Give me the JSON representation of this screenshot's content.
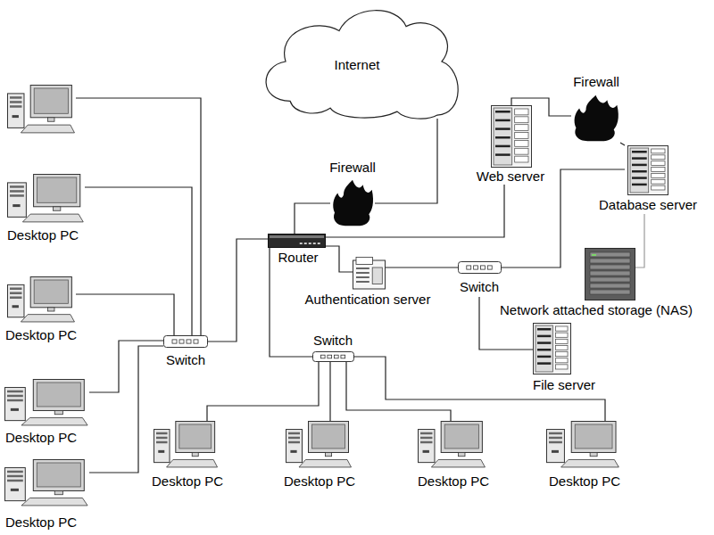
{
  "diagram": {
    "nodes": [
      {
        "text": [
          "Internet"
        ]
      },
      {
        "text": [
          "Firewall"
        ]
      },
      {
        "text": [
          "Web server"
        ]
      },
      {
        "text": [
          "Firewall"
        ]
      },
      {
        "text": [
          "Database server"
        ]
      },
      {
        "text": [
          "Desktop PC"
        ]
      },
      {
        "text": [
          "Router"
        ]
      },
      {
        "text": [
          "Authentication server"
        ]
      },
      {
        "text": [
          "Switch"
        ]
      },
      {
        "text": [
          "Network attached storage (NAS)"
        ]
      },
      {
        "text": [
          "Desktop PC"
        ]
      },
      {
        "text": [
          "Switch"
        ]
      },
      {
        "text": [
          "Switch"
        ]
      },
      {
        "text": [
          "File server"
        ]
      },
      {
        "text": [
          "Desktop PC"
        ]
      },
      {
        "text": [
          "Desktop PC"
        ]
      },
      {
        "text": [
          "Desktop PC"
        ]
      },
      {
        "text": [
          "Desktop PC"
        ]
      },
      {
        "text": [
          "Desktop PC"
        ]
      },
      {
        "text": [
          "Desktop PC"
        ]
      }
    ],
    "edges": [
      {
        "from": 0,
        "to": 3,
        "arrow": "none"
      },
      {
        "from": 3,
        "to": 6,
        "arrow": "none"
      },
      {
        "from": 2,
        "to": 1,
        "arrow": "none"
      },
      {
        "from": 1,
        "to": 4,
        "arrow": "none"
      },
      {
        "from": 6,
        "to": 2,
        "arrow": "none"
      },
      {
        "from": 6,
        "to": 12,
        "arrow": "none"
      },
      {
        "from": 6,
        "to": 7,
        "arrow": "none"
      },
      {
        "from": 6,
        "to": 11,
        "arrow": "none"
      },
      {
        "from": 7,
        "to": 8,
        "arrow": "none"
      },
      {
        "from": 8,
        "to": 4,
        "arrow": "none"
      },
      {
        "from": 8,
        "to": 13,
        "arrow": "none"
      },
      {
        "from": 4,
        "to": 9,
        "arrow": "none"
      },
      {
        "from": 5,
        "to": 12,
        "arrow": "none"
      },
      {
        "from": 10,
        "to": 12,
        "arrow": "none"
      },
      {
        "from": 14,
        "to": 12,
        "arrow": "none"
      },
      {
        "from": 19,
        "to": 12,
        "arrow": "none"
      },
      {
        "from": 11,
        "to": 15,
        "arrow": "none"
      },
      {
        "from": 11,
        "to": 16,
        "arrow": "none"
      },
      {
        "from": 11,
        "to": 17,
        "arrow": "none"
      },
      {
        "from": 11,
        "to": 18,
        "arrow": "none"
      }
    ]
  }
}
